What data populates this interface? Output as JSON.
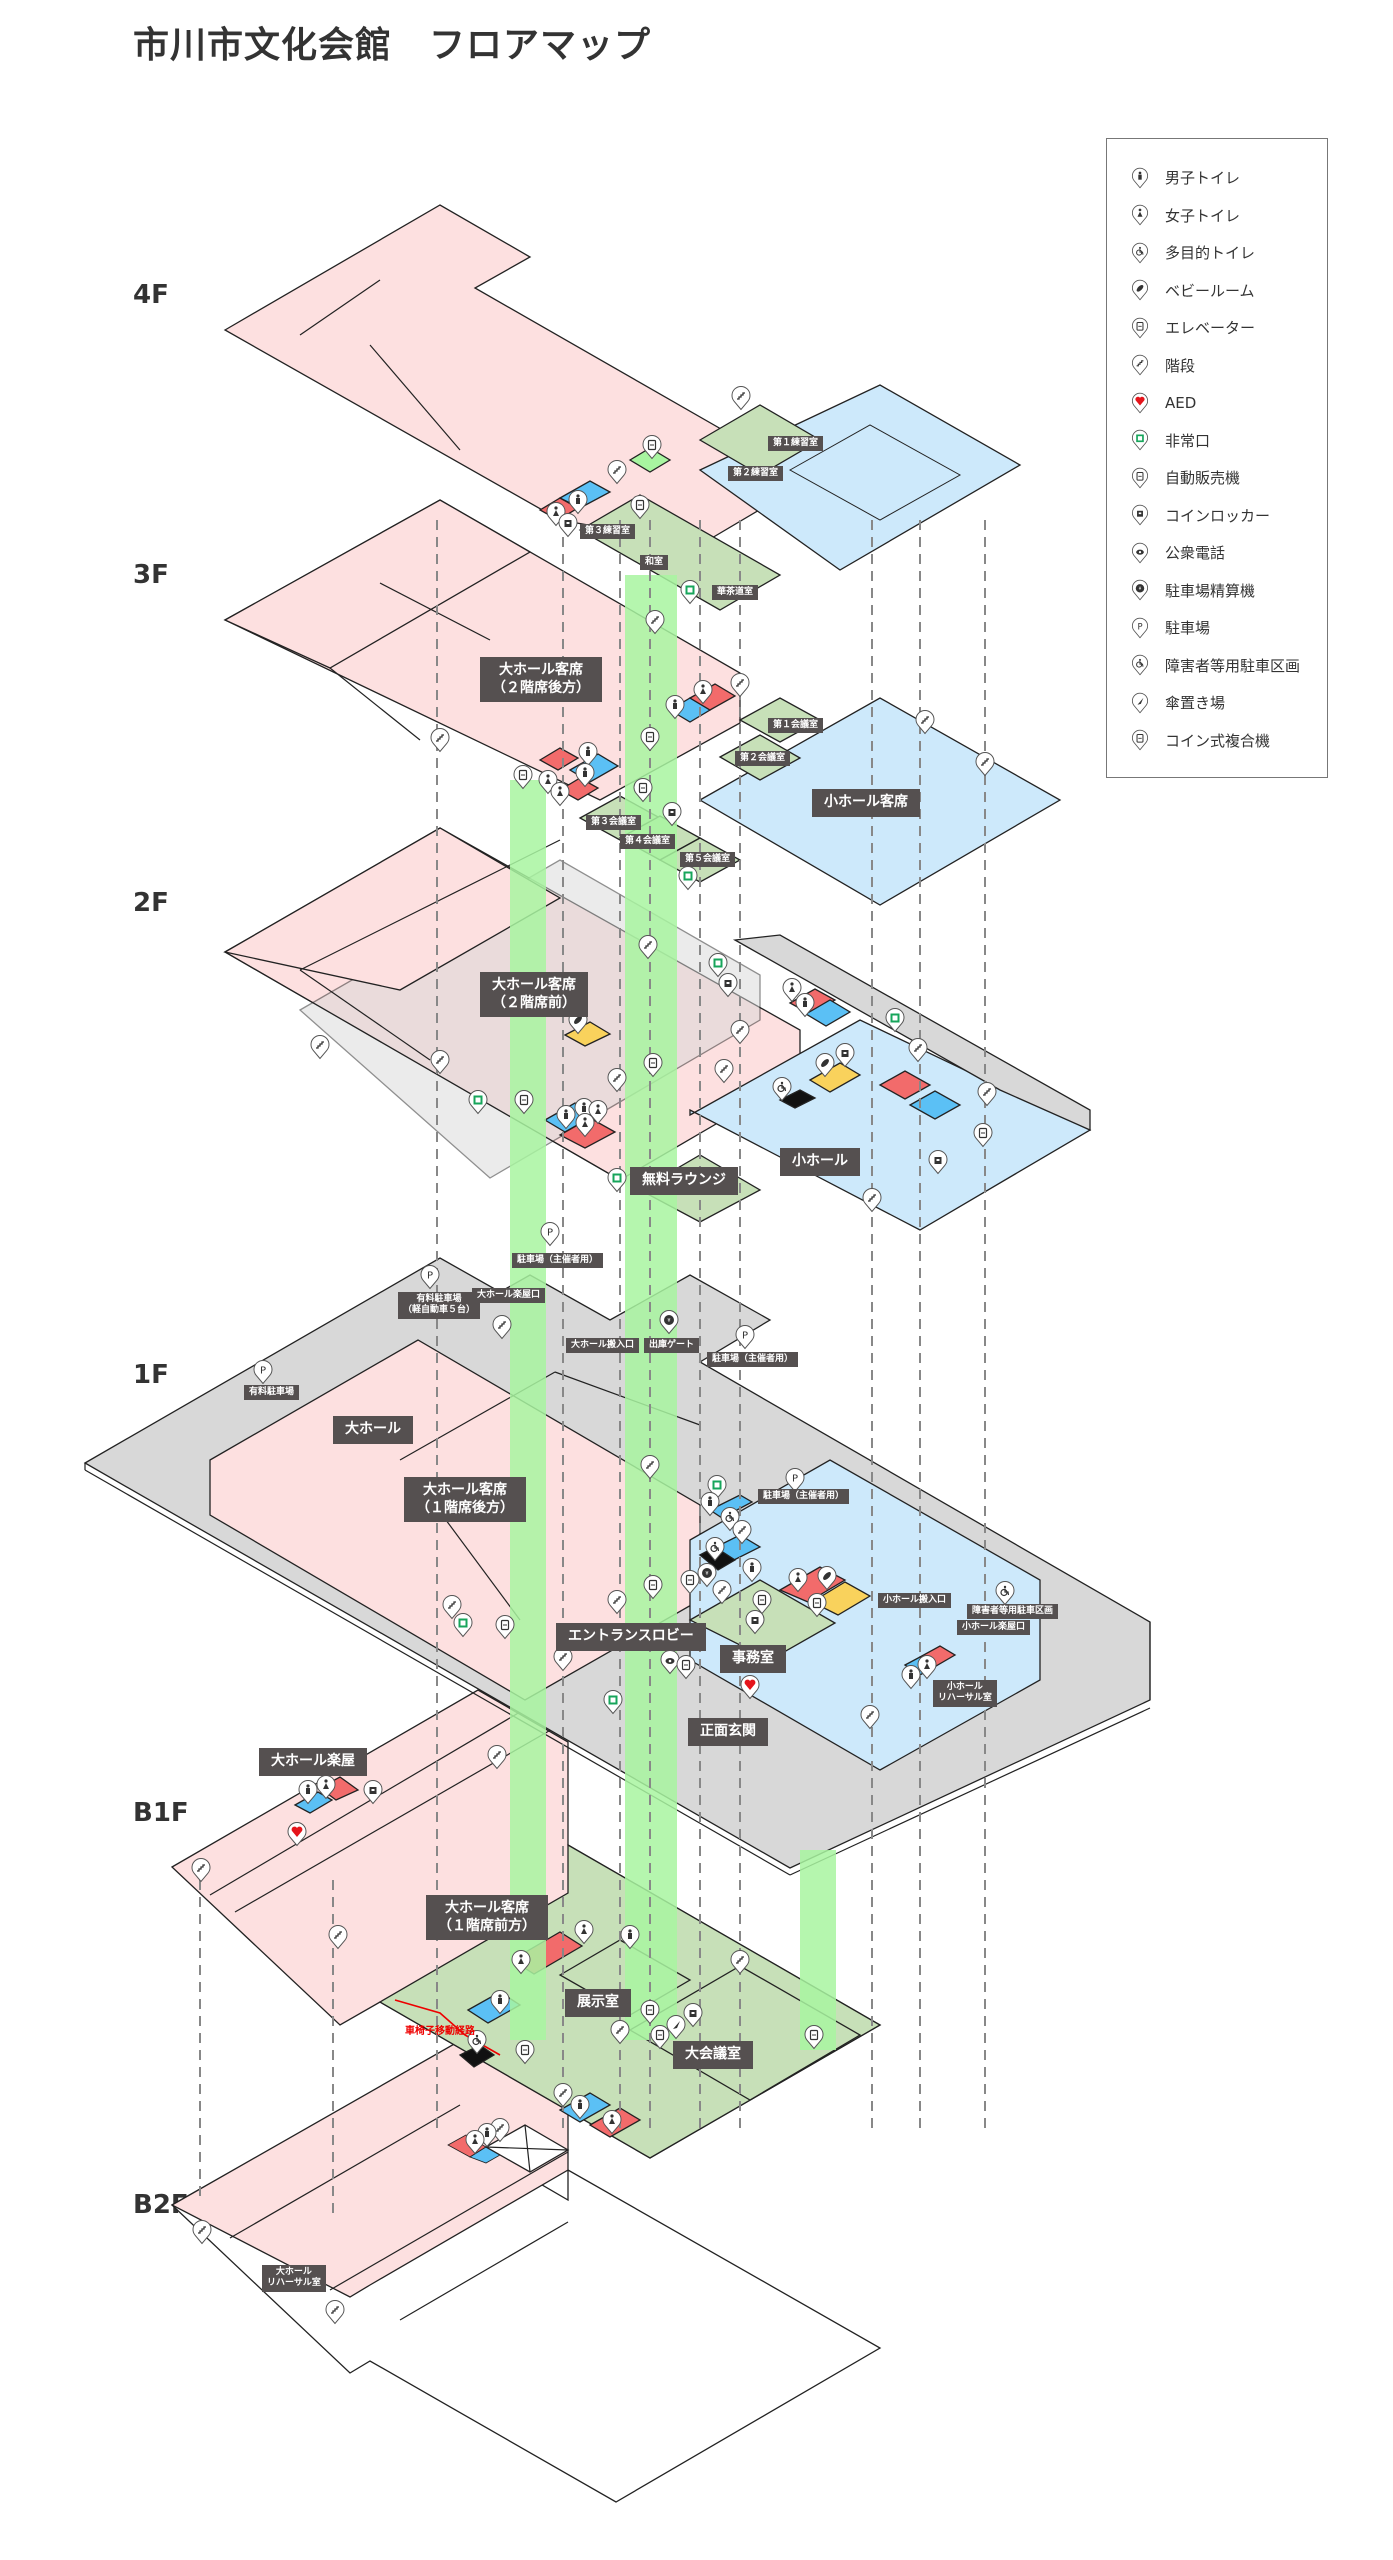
{
  "title": "市川市文化会館　フロアマップ",
  "floors": [
    "4F",
    "3F",
    "2F",
    "1F",
    "B1F",
    "B2F"
  ],
  "colors": {
    "hall_pink": "#fde0e0",
    "small_hall_blue": "#cde9fb",
    "room_green": "#c7e0b8",
    "parking_gray": "#d8d8d8",
    "elevator_shaft_green": "#a8f5a0",
    "mens_toilet": "#5bc0f5",
    "womens_toilet": "#f26b6b",
    "baby_room": "#f9d25c",
    "label_bg": "#555050",
    "wheelchair_route": "#ee0000"
  },
  "legend": [
    {
      "icon": "mens-toilet-icon",
      "label": "男子トイレ"
    },
    {
      "icon": "womens-toilet-icon",
      "label": "女子トイレ"
    },
    {
      "icon": "multipurpose-toilet-icon",
      "label": "多目的トイレ"
    },
    {
      "icon": "baby-room-icon",
      "label": "ベビールーム"
    },
    {
      "icon": "elevator-icon",
      "label": "エレベーター"
    },
    {
      "icon": "stairs-icon",
      "label": "階段"
    },
    {
      "icon": "aed-icon",
      "label": "AED"
    },
    {
      "icon": "emergency-exit-icon",
      "label": "非常口"
    },
    {
      "icon": "vending-machine-icon",
      "label": "自動販売機"
    },
    {
      "icon": "coin-locker-icon",
      "label": "コインロッカー"
    },
    {
      "icon": "public-phone-icon",
      "label": "公衆電話"
    },
    {
      "icon": "parking-payment-icon",
      "label": "駐車場精算機"
    },
    {
      "icon": "parking-icon",
      "label": "駐車場"
    },
    {
      "icon": "accessible-parking-icon",
      "label": "障害者等用駐車区画"
    },
    {
      "icon": "umbrella-stand-icon",
      "label": "傘置き場"
    },
    {
      "icon": "coin-copier-icon",
      "label": "コイン式複合機"
    }
  ],
  "labels": {
    "f4": {
      "practice1": "第１練習室",
      "practice2": "第２練習室",
      "practice3": "第３練習室",
      "japanese_room": "和室",
      "tea_room": "華茶道室"
    },
    "f3": {
      "big_hall_seats": "大ホール客席\n（２階席後方）",
      "small_hall_seats": "小ホール客席",
      "meeting1": "第１会議室",
      "meeting2": "第２会議室",
      "meeting3": "第３会議室",
      "meeting4": "第４会議室",
      "meeting5": "第５会議室"
    },
    "f2": {
      "big_hall_seats": "大ホール客席\n（２階席前）",
      "small_hall": "小ホール",
      "lounge": "無料ラウンジ"
    },
    "f1": {
      "paid_parking": "有料駐車場",
      "paid_parking_kei": "有料駐車場\n（軽自動車５台）",
      "big_hall_backstage_entrance": "大ホール楽屋口",
      "organizer_parking_1": "駐車場（主催者用）",
      "organizer_parking_2": "駐車場（主催者用）",
      "organizer_parking_3": "駐車場（主催者用）",
      "big_hall_loading": "大ホール搬入口",
      "exit_gate": "出庫ゲート",
      "big_hall": "大ホール",
      "big_hall_seats": "大ホール客席\n（１階席後方）",
      "entrance_lobby": "エントランスロビー",
      "office": "事務室",
      "main_entrance": "正面玄関",
      "small_hall_loading": "小ホール搬入口",
      "accessible_parking": "障害者等用駐車区画",
      "small_hall_backstage_entrance": "小ホール楽屋口",
      "small_hall_rehearsal": "小ホール\nリハーサル室"
    },
    "b1": {
      "big_hall_dressing": "大ホール楽屋",
      "big_hall_seats": "大ホール客席\n（１階席前方）",
      "exhibition": "展示室",
      "big_conference": "大会議室",
      "wheelchair_route": "車椅子移動経路"
    },
    "b2": {
      "big_hall_rehearsal": "大ホール\nリハーサル室"
    }
  }
}
